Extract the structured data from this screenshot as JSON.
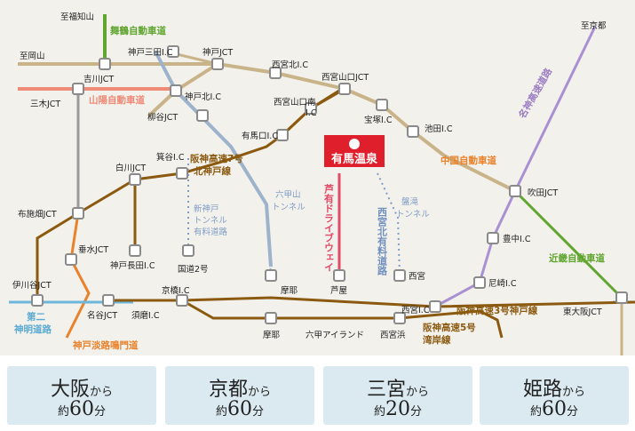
{
  "map": {
    "stations": {
      "fukuchiyama": "至福知山",
      "okayama": "至岡山",
      "kyoto_dir": "至京都",
      "kobe_sanda": "神戸三田I.C",
      "kobe_jct": "神戸JCT",
      "yoshikawa": "吉川JCT",
      "miki": "三木JCT",
      "kobe_kita": "神戸北I.C",
      "yanagitani": "柳谷JCT",
      "nishinomiya_kita": "西宮北I.C",
      "nishinomiya_yamaguchi_jct": "西宮山口JCT",
      "nishinomiya_yamaguchi_minami_1": "西宮山口南",
      "nishinomiya_yamaguchi_minami_2": "I.C",
      "takarazuka": "宝塚I.C",
      "ikeda": "池田I.C",
      "arimaguchi": "有馬口I.C",
      "mino": "箕谷I.C",
      "shirakawa": "白川JCT",
      "nunobiki": "布施畑JCT",
      "tarumi": "垂水JCT",
      "kobe_nagata": "神戸長田I.C",
      "kokudo2": "国道2号",
      "ikawadani": "伊川谷JCT",
      "nayadani": "名谷JCT",
      "suma": "須磨I.C",
      "kyobashi": "京橋I.C",
      "maya_top": "摩耶",
      "maya_bottom": "摩耶",
      "rokko_island": "六甲アイランド",
      "ashiya": "芦屋",
      "nishinomiya": "西宮",
      "nishinomiya_ic": "西宮I.C",
      "nishinomiyahama": "西宮浜",
      "suita": "吹田JCT",
      "toyonaka": "豊中I.C",
      "amagasaki": "尼崎I.C",
      "higashi_osaka": "東大阪JCT"
    },
    "highways": {
      "maizuru": "舞鶴自動車道",
      "sanyo": "山陽自動車道",
      "chugoku": "中国自動車道",
      "meishin": "名神高速道路",
      "kinki": "近畿自動車道",
      "hanshin7_1": "阪神高速7号",
      "hanshin7_2": "北神戸線",
      "shinkobe_1": "新神戸",
      "shinkobe_2": "トンネル",
      "shinkobe_3": "有料道路",
      "rokko_1": "六甲山",
      "rokko_2": "トンネル",
      "banryu_1": "盤滝",
      "banryu_2": "トンネル",
      "ashiu": "芦有ドライブウェイ",
      "nishinomiya_kita_road": "西宮北有料道路",
      "hanshin3": "阪神高速3号神戸線",
      "hanshin5_1": "阪神高速5号",
      "hanshin5_2": "湾岸線",
      "daini_1": "第二",
      "daini_2": "神明道路",
      "kobe_awaji": "神戸淡路鳴門道"
    },
    "destination": "有馬温泉",
    "colors": {
      "green": "#5fa52f",
      "beige": "#c9b48a",
      "orange": "#e9822b",
      "salmon": "#ef8a76",
      "purple": "#a990d2",
      "brown": "#8b5a10",
      "blue": "#6cb6dc",
      "tunnel_blue": "#7e9cc4",
      "pink": "#e24a66",
      "onsen_red": "#e01f2c"
    }
  },
  "times": [
    {
      "city": "大阪",
      "from": "から",
      "approx": "約",
      "num": "60",
      "unit": "分"
    },
    {
      "city": "京都",
      "from": "から",
      "approx": "約",
      "num": "60",
      "unit": "分"
    },
    {
      "city": "三宮",
      "from": "から",
      "approx": "約",
      "num": "20",
      "unit": "分"
    },
    {
      "city": "姫路",
      "from": "から",
      "approx": "約",
      "num": "60",
      "unit": "分"
    }
  ]
}
